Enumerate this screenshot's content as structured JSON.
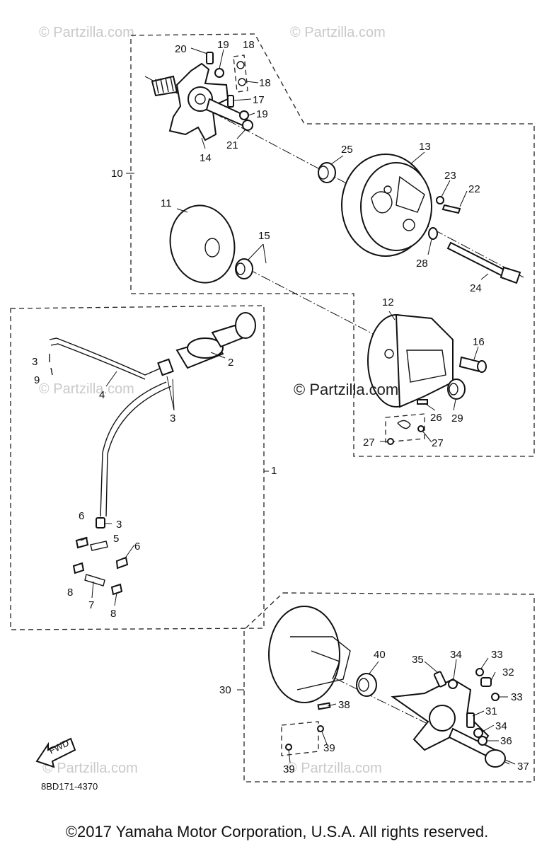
{
  "watermark": "© Partzilla.com",
  "center_watermark": "© Partzilla.com",
  "diagram_code": "8BD171-4370",
  "fwd_label": "FWD",
  "copyright": "©2017 Yamaha Motor Corporation, U.S.A. All rights reserved.",
  "callouts": {
    "c1": "1",
    "c2": "2",
    "c3a": "3",
    "c3b": "3",
    "c3c": "3",
    "c4": "4",
    "c5": "5",
    "c6a": "6",
    "c6b": "6",
    "c7": "7",
    "c8a": "8",
    "c8b": "8",
    "c9": "9",
    "c10": "10",
    "c11": "11",
    "c12": "12",
    "c13": "13",
    "c14": "14",
    "c15": "15",
    "c16": "16",
    "c17": "17",
    "c18a": "18",
    "c18b": "18",
    "c19a": "19",
    "c19b": "19",
    "c20": "20",
    "c21": "21",
    "c22": "22",
    "c23": "23",
    "c24": "24",
    "c25": "25",
    "c26": "26",
    "c27a": "27",
    "c27b": "27",
    "c28": "28",
    "c29": "29",
    "c30": "30",
    "c31": "31",
    "c32": "32",
    "c33a": "33",
    "c33b": "33",
    "c34a": "34",
    "c34b": "34",
    "c35": "35",
    "c36": "36",
    "c37": "37",
    "c38": "38",
    "c39a": "39",
    "c39b": "39",
    "c40": "40"
  }
}
